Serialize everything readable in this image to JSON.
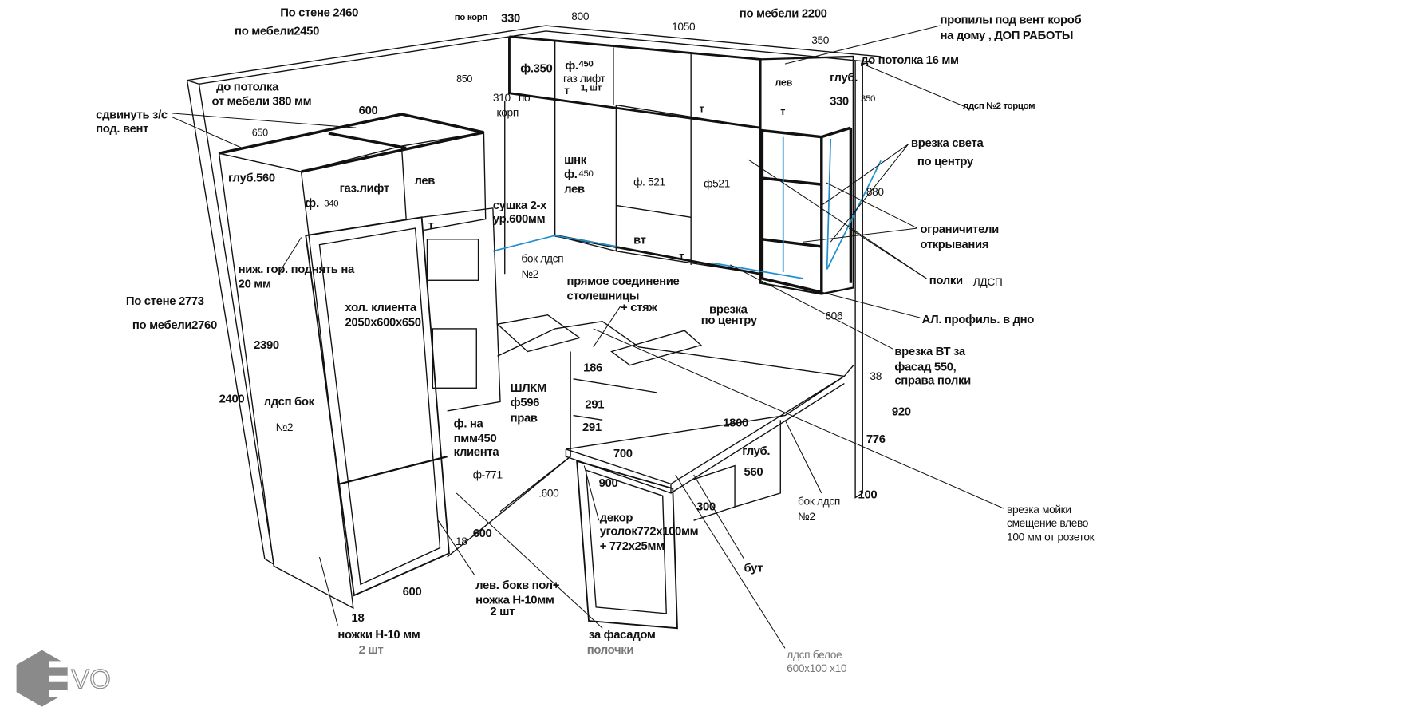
{
  "labels": {
    "wall_top_2460": "По стене  2460",
    "furniture_top_2450": "по мебели2450",
    "po_korp_top": "по корп",
    "dim_330_top": "330",
    "dim_800": "800",
    "dim_1050": "1050",
    "furniture_2200": "по мебели 2200",
    "vent_cuts_1": "пропилы под вент короб",
    "vent_cuts_2": "на дому , ДОП РАБОТЫ",
    "dim_350_top": "350",
    "to_ceiling_16": "до потолка 16 мм",
    "facade_350": "ф.350",
    "facade_f": "ф.",
    "facade_450_top": "450",
    "gas_lift_1": "газ лифт",
    "gas_lift_count": "1, шт",
    "t_mark_1": "т",
    "lev_right_top": "лев",
    "glub_right": "глуб.",
    "dim_330_right": "330",
    "dim_350_right": "350",
    "ldsp_edge": "лдсп №2 торцом",
    "dim_850": "850",
    "dim_310": "310",
    "po_mid": "по",
    "korp_mid": "корп",
    "to_ceiling_1": "до потолка",
    "to_ceiling_2": "от  мебели 380 мм",
    "move_1": "сдвинуть з/с",
    "move_2": "под.   вент",
    "dim_600_top": "600",
    "dim_650": "650",
    "t_mark_2": "т",
    "t_mark_3": "т",
    "light_cut_1": "врезка света",
    "light_cut_2": "по центру",
    "depth_560_left": "глуб.560",
    "gas_lift_left": "газ.лифт",
    "lev_left": "лев",
    "facade_f_340": "ф.",
    "dim_340": "340",
    "shnk": "шнк",
    "shnk_f": "ф.",
    "shnk_450": "450",
    "shnk_lev": "лев",
    "facade_521_a": "ф. 521",
    "facade_521_b": "ф521",
    "dim_880": "880",
    "dryer_1": "сушка 2-х",
    "dryer_2": "ур.600мм",
    "t_mark_4": "т",
    "limiters_1": "ограничители",
    "limiters_2": "открывания",
    "vt": "вт",
    "t_mark_5": "т",
    "side_ldsp_1": "бок лдсп",
    "side_ldsp_2": "№2",
    "lower_raise_1": "ниж. гор. поднять на",
    "lower_raise_2": "20 мм",
    "shelves": "полки",
    "shelves_ldsp": "ЛДСП",
    "countertop_join_1": "прямое соединение",
    "countertop_join_2": "столешницы",
    "countertop_join_3": "+ стяж",
    "hob_cut_1": "врезка",
    "hob_cut_2": "по центру",
    "wall_2773": "По стене 2773",
    "furniture_2760": "по мебели2760",
    "fridge_1": "хол. клиента",
    "fridge_2": "2050х600х650",
    "dim_606": "606",
    "al_profile": "АЛ. профиль. в дно",
    "dim_2390": "2390",
    "vt_cut_1": "врезка ВТ за",
    "vt_cut_2": "фасад 550,",
    "vt_cut_3": "справа полки",
    "dim_186": "186",
    "dim_38": "38",
    "dim_2400": "2400",
    "ldsp_side_1": "лдсп бок",
    "ldsp_side_2": "№2",
    "shlkm_1": "ШЛКМ",
    "shlkm_2": "ф596",
    "shlkm_3": "прав",
    "dim_291_a": "291",
    "dim_291_b": "291",
    "dim_920": "920",
    "dw_facade_1": "ф. на",
    "dw_facade_2": "пмм450",
    "dw_facade_3": "клиента",
    "dim_1800": "1800",
    "dim_776": "776",
    "dim_700": "700",
    "depth_right_1": "глуб.",
    "depth_right_2": "560",
    "facade_771": "ф-771",
    "dim_900": "900",
    "dim_600_floor": ".600",
    "side_ldsp_right_1": "бок лдсп",
    "side_ldsp_right_2": "№2",
    "dim_100": "100",
    "sink_cut_1": "врезка мойки",
    "sink_cut_2": "смещение влево",
    "sink_cut_3": "100 мм от розеток",
    "decor_1": "декор",
    "decor_2": "уголок772х100мм",
    "decor_3": "+ 772х25мм",
    "dim_300": "300",
    "dim_600_mid": "600",
    "dim_18_mid": "18",
    "but": "бут",
    "dim_600_bottom": "600",
    "left_side_1": "лев. бокв пол+",
    "left_side_2": "ножка Н-10мм",
    "left_side_3": "2 шт",
    "dim_18_bottom": "18",
    "legs_1": "ножки Н-10 мм",
    "legs_2": "2 шт",
    "behind_facade_1": "за фасадом",
    "behind_facade_2": "полочки",
    "ldsp_white_1": "лдсп белое",
    "ldsp_white_2": "600х100 х10"
  },
  "logo": {
    "text": "EVO"
  },
  "colors": {
    "line": "#111111",
    "accent_blue": "#1e90d0",
    "logo_gray": "#8a8a8a"
  }
}
